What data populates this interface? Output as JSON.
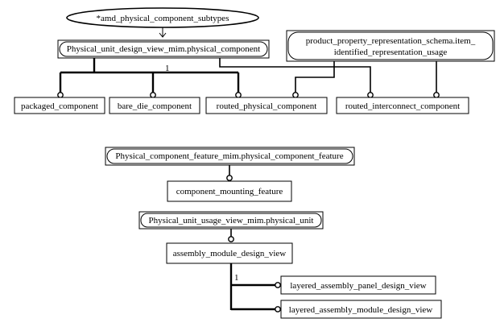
{
  "ellipse_label": "*amd_physical_component_subtypes",
  "supertypes": {
    "physical_component": "Physical_unit_design_view_mim.physical_component",
    "property_line1": "product_property_representation_schema.item_",
    "property_line2": "identified_representation_usage"
  },
  "cardinality_top": "1",
  "subtypes": {
    "packaged": "packaged_component",
    "bare_die": "bare_die_component",
    "routed_physical": "routed_physical_component",
    "routed_interconnect": "routed_interconnect_component"
  },
  "feature_group": {
    "feature_ref": "Physical_component_feature_mim.physical_component_feature",
    "mounting": "component_mounting_feature"
  },
  "unit_group": {
    "unit_ref": "Physical_unit_usage_view_mim.physical_unit",
    "assembly": "assembly_module_design_view",
    "cardinality": "1",
    "panel": "layered_assembly_panel_design_view",
    "module": "layered_assembly_module_design_view"
  }
}
